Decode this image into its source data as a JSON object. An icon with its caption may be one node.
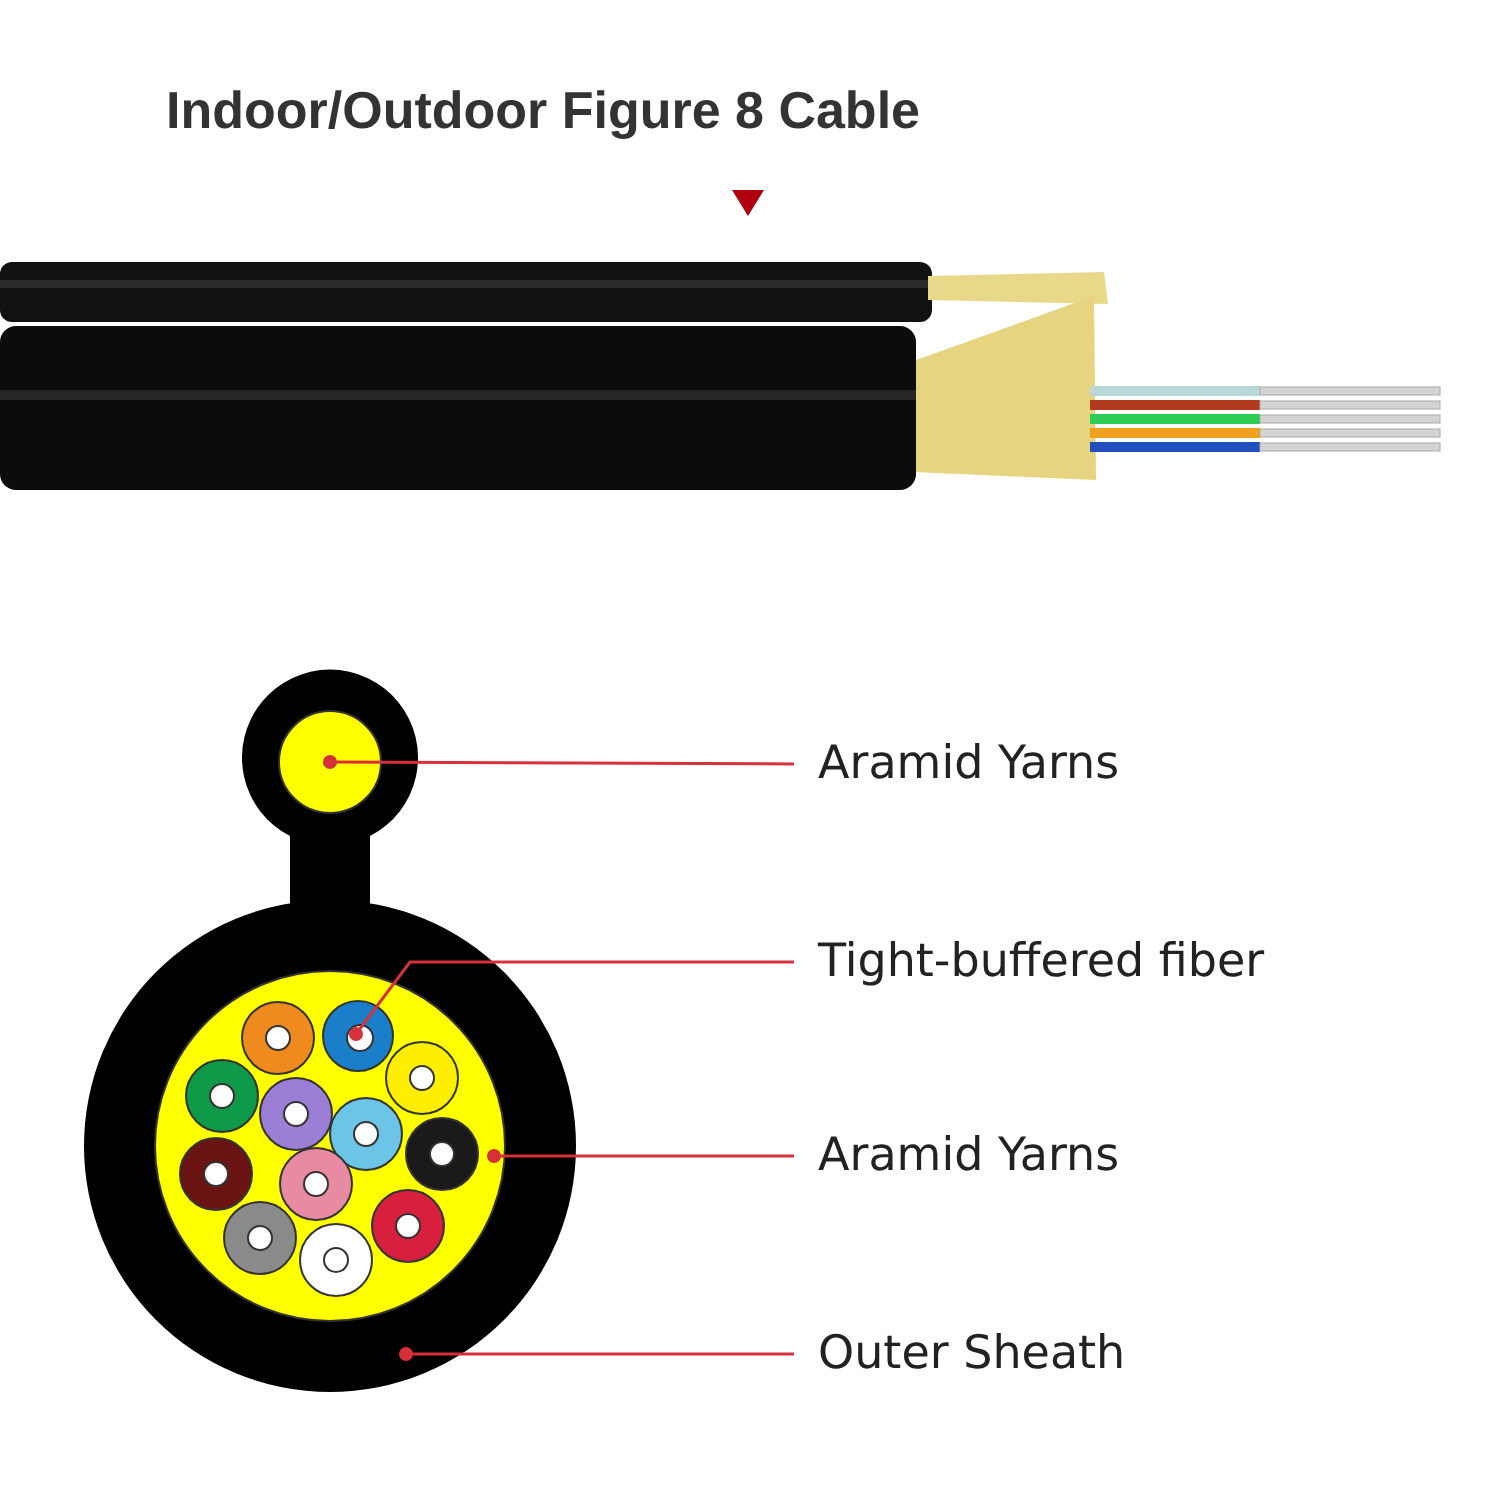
{
  "diagram": {
    "title": "Indoor/Outdoor Figure 8 Cable",
    "nodes": [
      {
        "text": [
          "Aramid Yarns"
        ]
      },
      {
        "text": [
          "Tight-buffered fiber"
        ]
      },
      {
        "text": [
          "Aramid Yarns"
        ]
      },
      {
        "text": [
          "Outer Sheath"
        ]
      },
      {
        "text": [],
        "shape": "circle"
      },
      {
        "text": [],
        "shape": "circle"
      },
      {
        "text": [],
        "shape": "circle",
        "in": 5
      },
      {
        "text": [],
        "shape": "circle",
        "in": 6
      }
    ],
    "edges": [
      {
        "from": 0,
        "to": 4,
        "arrow": "other"
      },
      {
        "from": 1,
        "to": 7,
        "arrow": "other"
      },
      {
        "from": 2,
        "to": 6,
        "arrow": "other"
      },
      {
        "from": 3,
        "to": 5,
        "arrow": "other"
      }
    ]
  }
}
